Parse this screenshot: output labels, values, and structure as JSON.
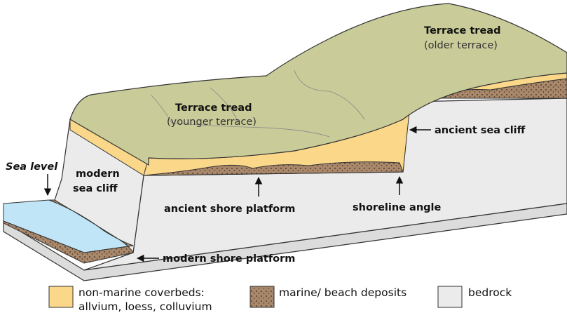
{
  "labels": {
    "sea_level": "Sea level",
    "modern_sea_cliff_1": "modern",
    "modern_sea_cliff_2": "sea cliff",
    "terrace_tread_younger_1": "Terrace tread",
    "terrace_tread_younger_2": "(younger terrace)",
    "terrace_tread_older_1": "Terrace tread",
    "terrace_tread_older_2": "(older terrace)",
    "ancient_sea_cliff": "ancient sea cliff",
    "ancient_shore_platform": "ancient shore platform",
    "shoreline_angle": "shoreline angle",
    "modern_shore_platform": "modern shore platform"
  },
  "legend": [
    {
      "label_line1": "non-marine coverbeds:",
      "label_line2": "allvium, loess, colluvium",
      "color": "#fbd78a"
    },
    {
      "label_line1": "marine/ beach deposits",
      "label_line2": "",
      "color": "#a8876a"
    },
    {
      "label_line1": "bedrock",
      "label_line2": "",
      "color": "#ebebeb"
    }
  ],
  "colors": {
    "tread": "#c9cc98",
    "coverbeds": "#fbd78a",
    "marine": "#a8876a",
    "bedrock": "#ebebeb",
    "bedrock_side": "#dcdcdc",
    "sea": "#bfe5f7"
  }
}
